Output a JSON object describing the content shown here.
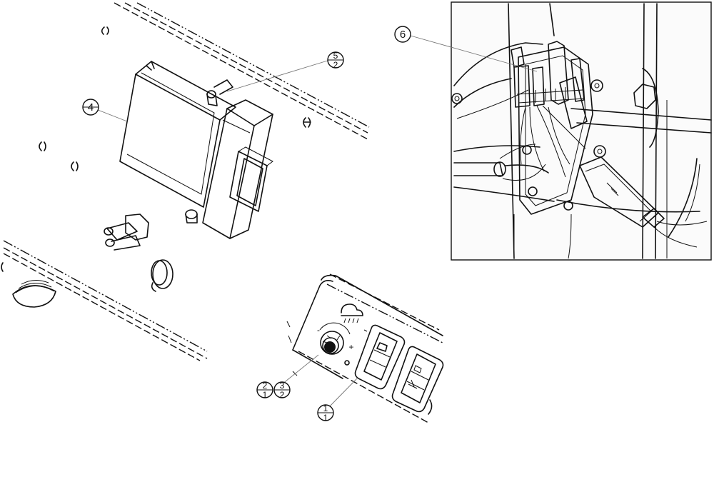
{
  "callouts": {
    "c4": {
      "top": "4"
    },
    "c52": {
      "top": "5",
      "bottom": "2"
    },
    "c6": {
      "top": "6"
    },
    "c21": {
      "top": "2",
      "bottom": "1"
    },
    "c32": {
      "top": "3",
      "bottom": "2"
    },
    "c11": {
      "top": "1",
      "bottom": "1"
    }
  },
  "dial": {
    "minus": "-",
    "plus": "+"
  }
}
